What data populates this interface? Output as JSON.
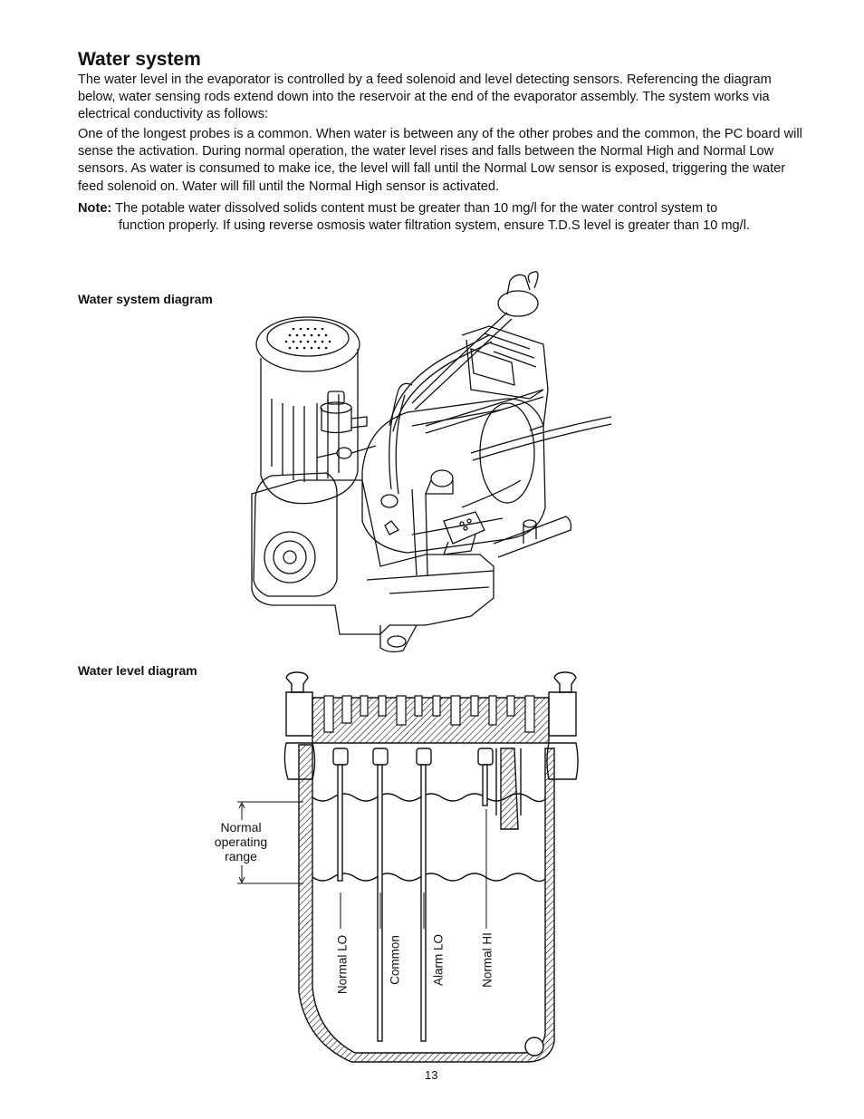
{
  "title": "Water system",
  "paragraph1": "The water level in the evaporator is controlled by a feed solenoid and level detecting sensors. Referencing the diagram below, water sensing rods extend down into the reservoir at the end of the evaporator assembly. The system works via electrical conductivity as follows:",
  "paragraph2": "One of the longest probes is a common. When water is between any of the other probes and the common, the PC board will sense the activation. During normal operation, the water level rises and falls between the Normal High and Normal Low sensors. As water is consumed to make ice, the level will fall until the Normal Low sensor is exposed, triggering the water feed solenoid on. Water will fill until the Normal High sensor is activated.",
  "note": {
    "label": "Note:",
    "line1": "The potable water dissolved solids content must be greater than 10 mg/l for the water control system to",
    "line2": "function properly. If using reverse osmosis water filtration system, ensure T.D.S level is greater than 10 mg/l."
  },
  "diagram1_caption": "Water system diagram",
  "diagram2_caption": "Water level diagram",
  "range_label": {
    "line1": "Normal",
    "line2": "operating",
    "line3": "range"
  },
  "probes": [
    "Normal LO",
    "Common",
    "Alarm LO",
    "Normal HI"
  ],
  "page_number": "13"
}
